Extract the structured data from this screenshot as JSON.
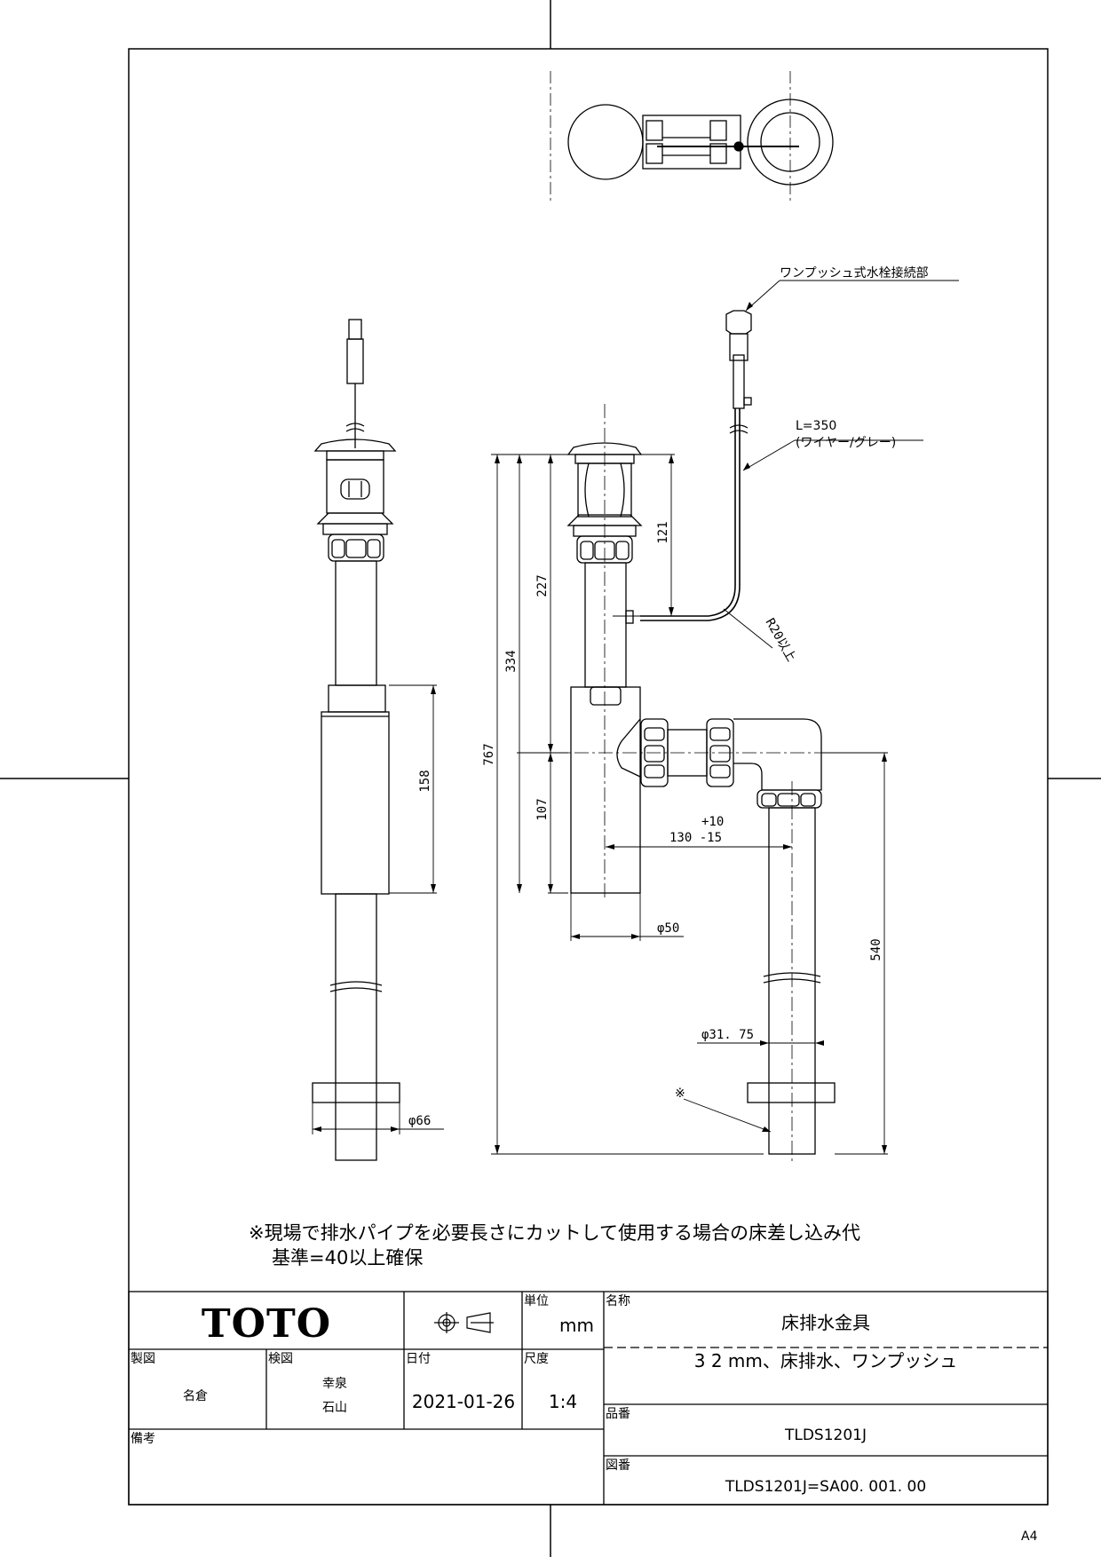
{
  "header_callouts": {
    "one_push_connection": "ワンプッシュ式水栓接続部",
    "wire_length": "L=350",
    "wire_desc": "(ワイヤー/グレー)",
    "bend_radius": "R20以上"
  },
  "dimensions": {
    "d121": "121",
    "d227": "227",
    "d334": "334",
    "d767": "767",
    "d107": "107",
    "d158": "158",
    "d540": "540",
    "tol_plus": "+10",
    "tol_base": "130 -15",
    "dia50": "φ50",
    "dia66": "φ66",
    "dia3175": "φ31. 75",
    "note_mark": "※"
  },
  "note": {
    "line1": "※現場で排水パイプを必要長さにカットして使用する場合の床差し込み代",
    "line2": "基準=40以上確保"
  },
  "title_block": {
    "logo": "TOTO",
    "unit_label": "単位",
    "unit_value": "mm",
    "name_label": "名称",
    "name_value": "床排水金具",
    "desc_value": "3 2 mm、床排水、ワンプッシュ",
    "drawn_label": "製図",
    "drawn_value": "名倉",
    "checked_label": "検図",
    "checked_value1": "幸泉",
    "checked_value2": "石山",
    "date_label": "日付",
    "date_value": "2021-01-26",
    "scale_label": "尺度",
    "scale_value": "1:4",
    "part_label": "品番",
    "part_value": "TLDS1201J",
    "remarks_label": "備考",
    "drawing_no_label": "図番",
    "drawing_no_value": "TLDS1201J=SA00. 001. 00",
    "paper_size": "A4"
  }
}
